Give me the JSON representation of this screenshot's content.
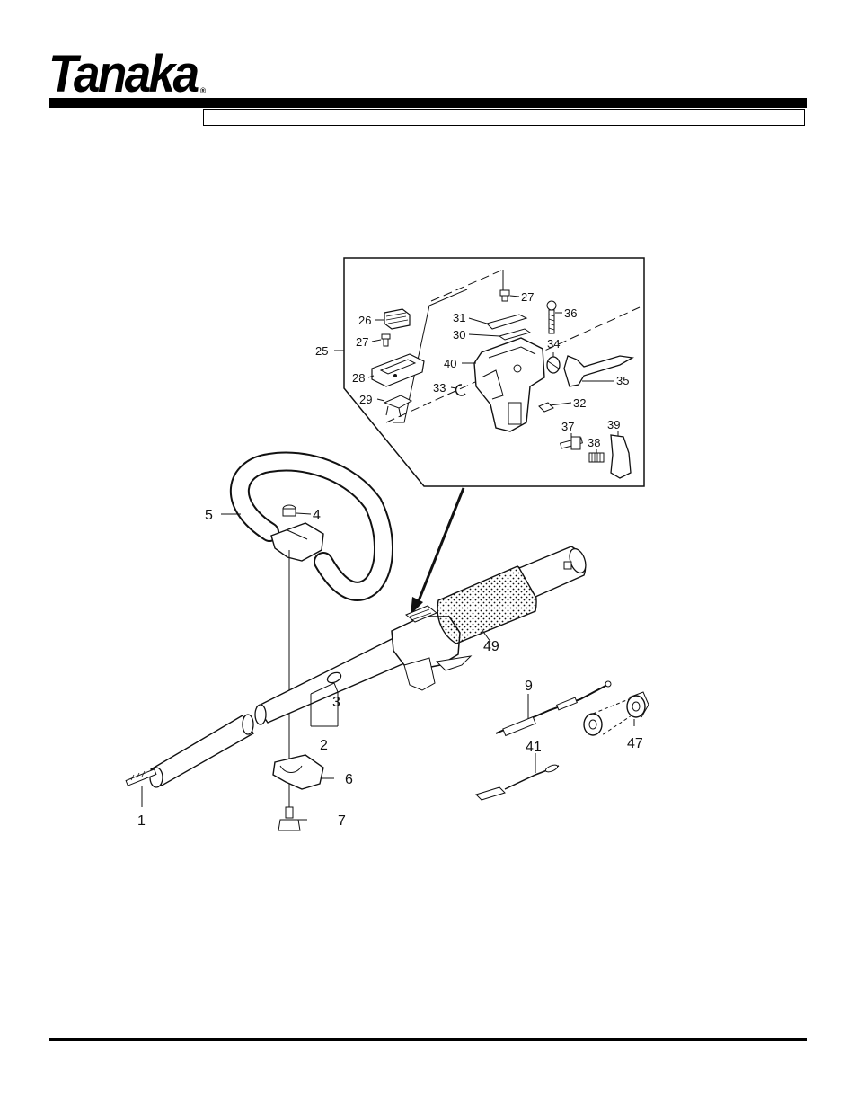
{
  "brand": {
    "name": "Tanaka",
    "registered_mark": "®"
  },
  "title_box": {
    "text": ""
  },
  "callouts": {
    "p1": "1",
    "p2": "2",
    "p3": "3",
    "p4": "4",
    "p5": "5",
    "p6": "6",
    "p7": "7",
    "p9": "9",
    "p25": "25",
    "p26": "26",
    "p27a": "27",
    "p27b": "27",
    "p28": "28",
    "p29": "29",
    "p30": "30",
    "p31": "31",
    "p32": "32",
    "p33": "33",
    "p34": "34",
    "p35": "35",
    "p36": "36",
    "p37": "37",
    "p38": "38",
    "p39": "39",
    "p40": "40",
    "p41": "41",
    "p47": "47",
    "p49": "49"
  },
  "colors": {
    "ink": "#111111",
    "paper": "#ffffff"
  }
}
